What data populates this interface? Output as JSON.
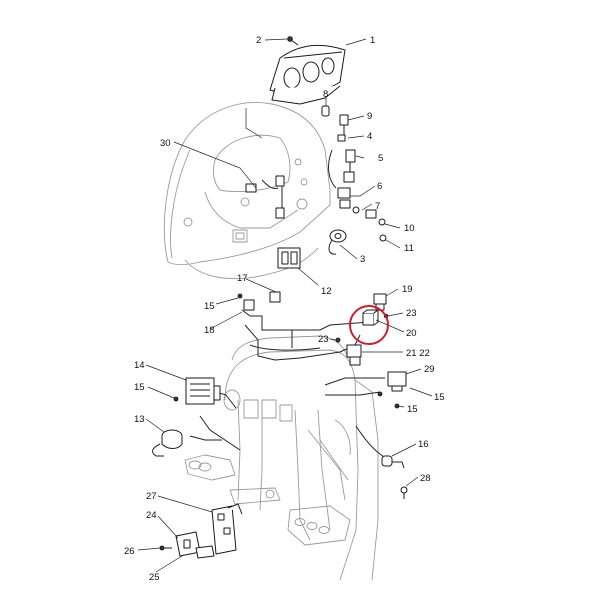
{
  "colors": {
    "background": "#ffffff",
    "ink": "#111111",
    "ghost": "#9a9a9a",
    "highlight": "#cc1f2e"
  },
  "callouts": {
    "c1": "1",
    "c2": "2",
    "c3": "3",
    "c4": "4",
    "c5": "5",
    "c6": "6",
    "c7": "7",
    "c8": "8",
    "c9": "9",
    "c10": "10",
    "c11": "11",
    "c12": "12",
    "c13": "13",
    "c14": "14",
    "c15a": "15",
    "c15b": "15",
    "c15c": "15",
    "c15d": "15",
    "c16": "16",
    "c17": "17",
    "c18": "18",
    "c19": "19",
    "c20": "20",
    "c2122": "21 22",
    "c23a": "23",
    "c23b": "23",
    "c24": "24",
    "c25": "25",
    "c26": "26",
    "c27": "27",
    "c28": "28",
    "c29": "29",
    "c30": "30"
  },
  "highlight": {
    "target_part": "20",
    "shape": "circle-outline"
  }
}
